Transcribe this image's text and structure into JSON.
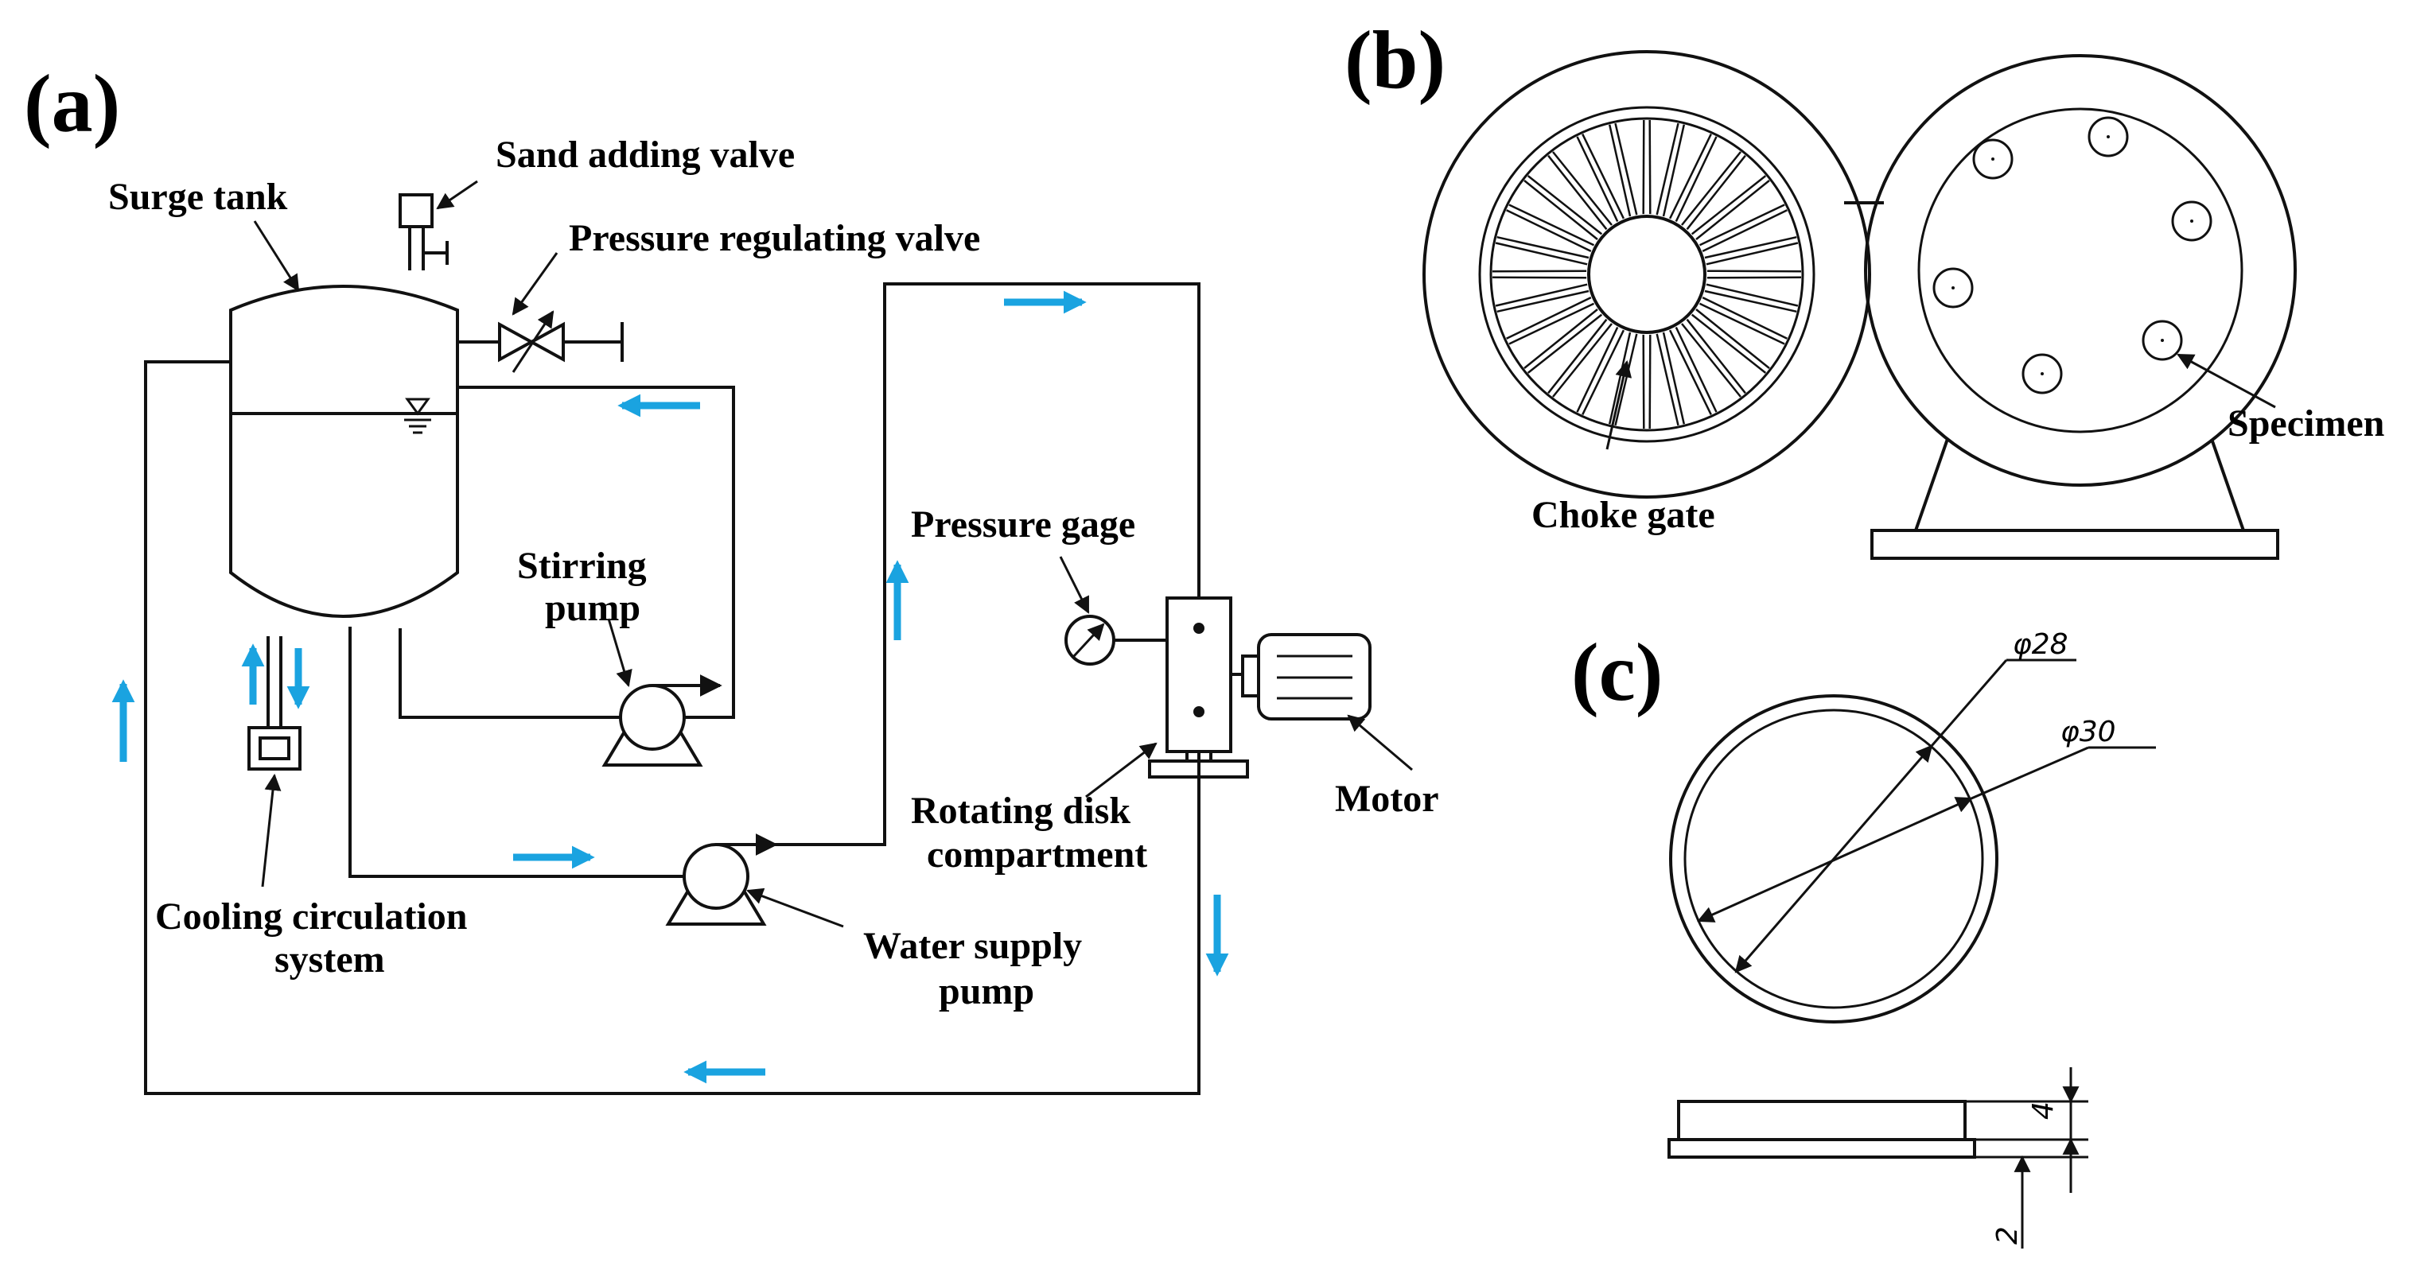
{
  "panels": {
    "a": "(a)",
    "b": "(b)",
    "c": "(c)"
  },
  "labels": {
    "surge_tank": "Surge tank",
    "sand_adding_valve": "Sand adding valve",
    "pressure_regulating_valve": "Pressure regulating valve",
    "stirring_pump_line1": "Stirring",
    "stirring_pump_line2": "pump",
    "pressure_gage": "Pressure gage",
    "cooling_line1": "Cooling circulation",
    "cooling_line2": "system",
    "water_supply_line1": "Water supply",
    "water_supply_line2": "pump",
    "rotating_line1": "Rotating disk",
    "rotating_line2": "compartment",
    "motor": "Motor",
    "choke_gate": "Choke gate",
    "specimen": "Specimen"
  },
  "dimensions": {
    "d28": "φ28",
    "d30": "φ30",
    "h4": "4",
    "h2": "2"
  },
  "colors": {
    "flow_arrow": "#1aa3e0",
    "line": "#111111"
  }
}
